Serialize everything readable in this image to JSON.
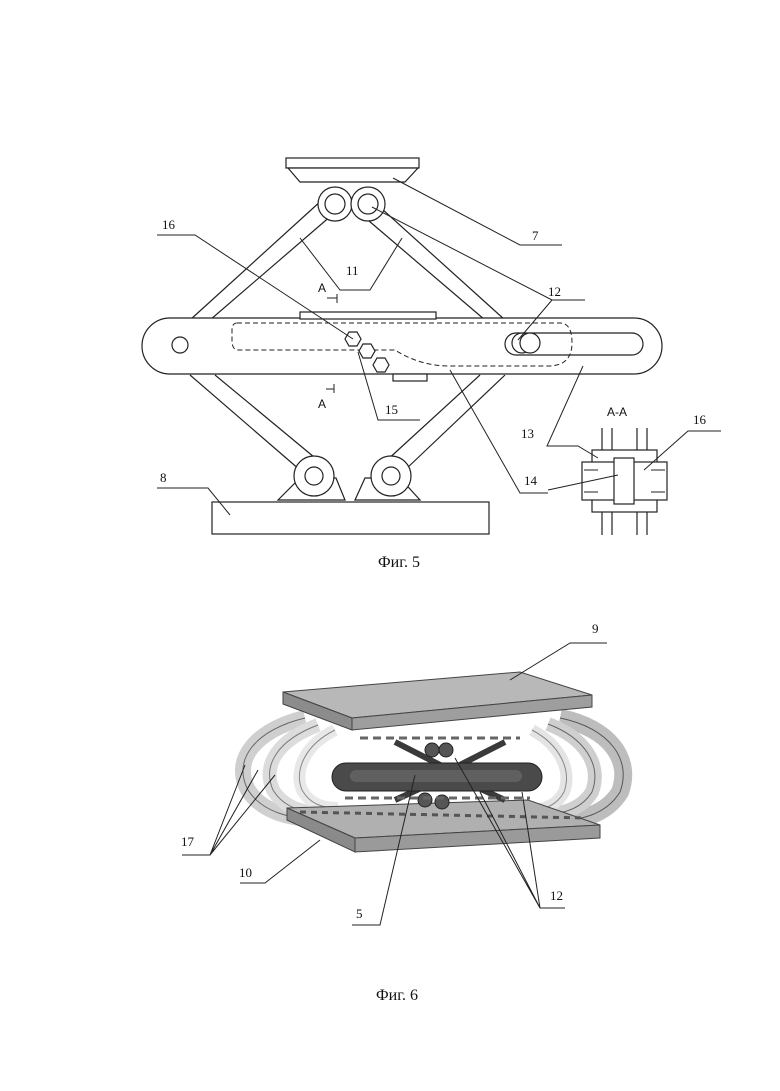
{
  "figures": [
    {
      "caption": "Фиг. 5",
      "labels": {
        "n7": "7",
        "n8": "8",
        "n11": "11",
        "n12": "12",
        "n13": "13",
        "n14": "14",
        "n15": "15",
        "n16": "16",
        "n16b": "16",
        "sectionA_top": "A",
        "sectionA_bottom": "A",
        "sectionTitle": "A-A"
      }
    },
    {
      "caption": "Фиг. 6",
      "labels": {
        "n9": "9",
        "n10": "10",
        "n17": "17",
        "n5": "5",
        "n12": "12"
      }
    }
  ]
}
